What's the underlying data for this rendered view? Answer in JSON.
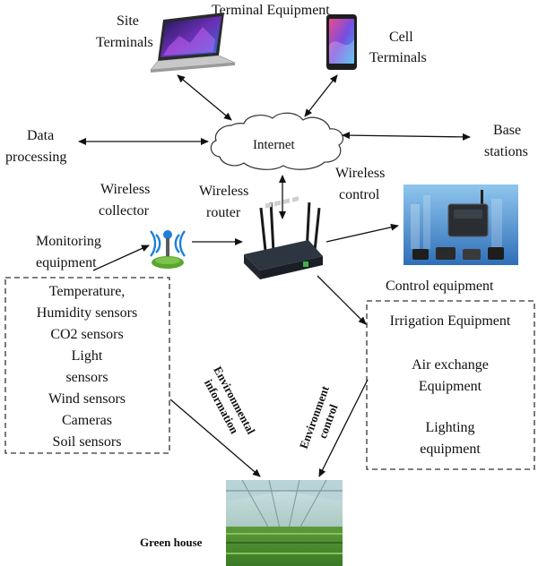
{
  "labels": {
    "terminal_equipment": "Terminal Equipment",
    "site_terminals": [
      "Site",
      "Terminals"
    ],
    "cell_terminals": [
      "Cell",
      "Terminals"
    ],
    "internet": "Internet",
    "data_processing": [
      "Data",
      "processing"
    ],
    "base_stations": [
      "Base",
      "stations"
    ],
    "wireless_collector": [
      "Wireless",
      "collector"
    ],
    "wireless_router": [
      "Wireless",
      "router"
    ],
    "wireless_control": [
      "Wireless",
      "control"
    ],
    "monitoring_equipment": [
      "Monitoring",
      "equipment"
    ],
    "control_equipment": "Control equipment",
    "environmental_information": [
      "Environmental",
      "information"
    ],
    "environment_control": [
      "Environment",
      "control"
    ],
    "green_house": "Green house"
  },
  "sensors": [
    "Temperature,",
    "Humidity sensors",
    "CO2 sensors",
    "Light",
    "sensors",
    "Wind sensors",
    "Cameras",
    "Soil sensors"
  ],
  "control_devices": [
    "Irrigation Equipment",
    "",
    "Air exchange",
    "Equipment",
    "",
    "Lighting",
    "equipment"
  ],
  "icons": {
    "laptop": "laptop-icon",
    "phone": "phone-icon",
    "cloud": "cloud-icon",
    "antenna": "wireless-antenna-icon",
    "router": "router-icon",
    "controller": "control-device-icon",
    "greenhouse": "greenhouse-photo"
  }
}
